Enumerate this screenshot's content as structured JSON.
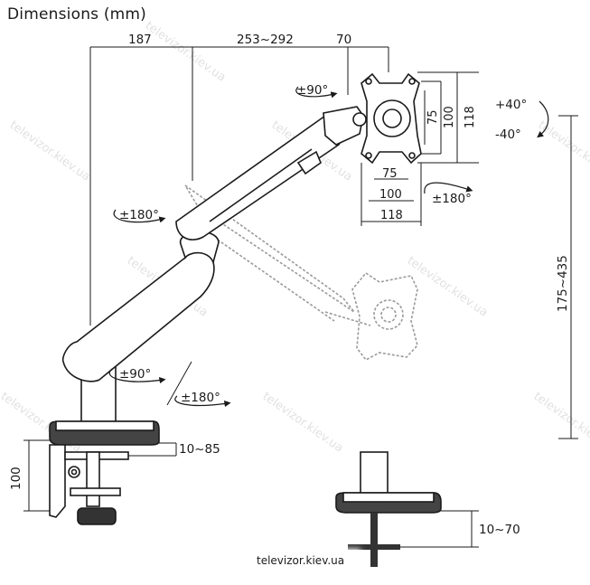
{
  "title": "Dimensions (mm)",
  "watermark": "televizor.kiev.ua",
  "footer_badge": "televizor.kiev.ua",
  "dimensions": {
    "top_reach": "187",
    "top_extension": "253~292",
    "top_plate_offset": "70",
    "height_range": "175~435",
    "clamp_desk_thickness": "10~85",
    "clamp_height": "100",
    "grommet_desk_thickness": "10~70",
    "vesa_h_75": "75",
    "vesa_h_100": "100",
    "vesa_h_118": "118",
    "vesa_v_75": "75",
    "vesa_v_100": "100",
    "vesa_v_118": "118"
  },
  "rotations": {
    "plate_swivel": "±90°",
    "tilt_up": "+40°",
    "tilt_down": "-40°",
    "screen_rotate": "±180°",
    "elbow_rotate": "±180°",
    "base_swivel": "±90°",
    "base_rotate": "±180°"
  }
}
